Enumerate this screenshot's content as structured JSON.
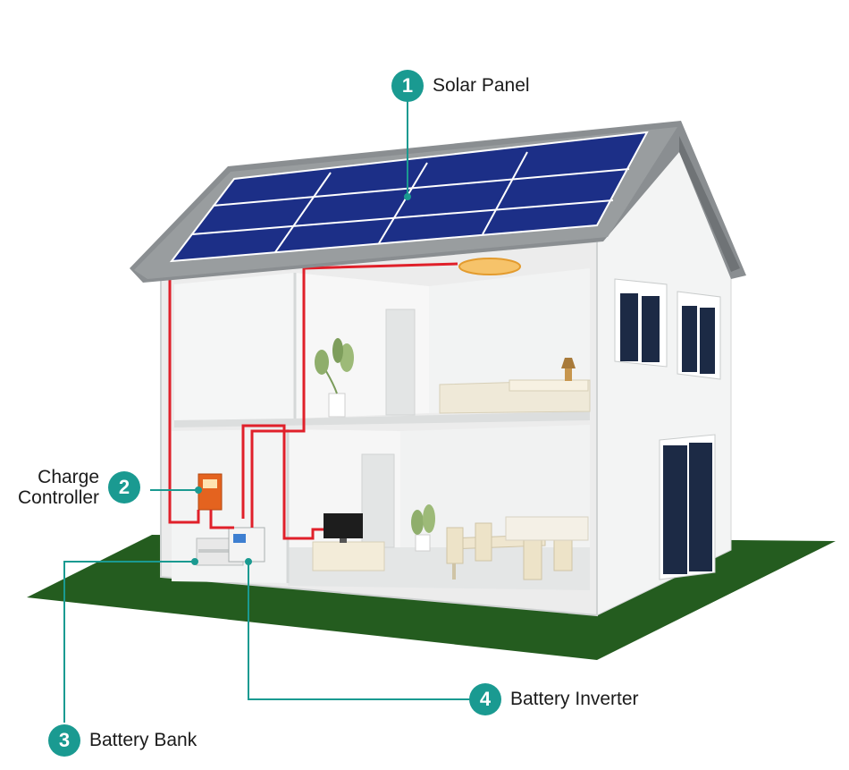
{
  "colors": {
    "accent": "#1a9a91",
    "wire": "#e0202a",
    "ground": "#245c1f",
    "panel": "#1c2f87",
    "roof": "#8a8e91"
  },
  "callouts": [
    {
      "id": "c1",
      "number": "1",
      "label": "Solar Panel"
    },
    {
      "id": "c2",
      "number": "2",
      "label_lines": [
        "Charge",
        "Controller"
      ]
    },
    {
      "id": "c3",
      "number": "3",
      "label": "Battery Bank"
    },
    {
      "id": "c4",
      "number": "4",
      "label": "Battery Inverter"
    }
  ]
}
